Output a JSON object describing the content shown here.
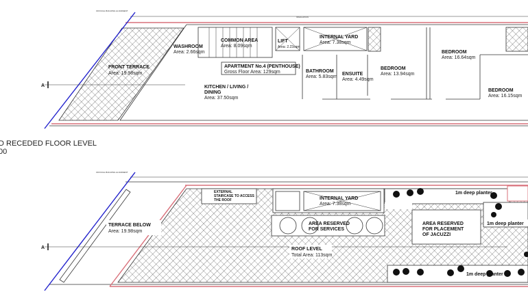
{
  "sheet": {
    "title_line1": "D RECEDED FLOOR LEVEL",
    "title_line2": "00",
    "section_marker": "A",
    "alignment_note": "OFFICIAL BUILDING ALIGNMENT",
    "insulation_note": "INSULATION"
  },
  "receded_floor": {
    "apartment": {
      "name": "APARTMENT No.4 (PENTHOUSE)",
      "area": "Gross Floor Area: 129sqm"
    },
    "rooms": [
      {
        "name": "FRONT TERRACE",
        "area": "Area: 19.98sqm"
      },
      {
        "name": "WASHROOM",
        "area": "Area: 2.66sqm"
      },
      {
        "name": "COMMON AREA",
        "area": "Area: 8.09sqm"
      },
      {
        "name": "LIFT",
        "area": "Area: 2.23sqm"
      },
      {
        "name": "INTERNAL YARD",
        "area": "Area: 7.38sqm"
      },
      {
        "name": "KITCHEN / LIVING /",
        "name2": "DINING",
        "area": "Area: 37.50sqm"
      },
      {
        "name": "BATHROOM",
        "area": "Area: 5.83sqm"
      },
      {
        "name": "ENSUITE",
        "area": "Area: 4.49sqm"
      },
      {
        "name": "BEDROOM",
        "area": "Area: 13.94sqm"
      },
      {
        "name": "BEDROOM",
        "area": "Area: 16.64sqm"
      },
      {
        "name": "BEDROOM",
        "area": "Area: 16.15sqm"
      }
    ]
  },
  "roof_level": {
    "name": "ROOF LEVEL",
    "area": "Total Area: 113sqm",
    "terrace": {
      "name": "TERRACE BELOW",
      "area": "Area: 19.98sqm"
    },
    "stair": {
      "line1": "EXTERNAL",
      "line2": "STAIRCASE TO ACCESS",
      "line3": "THE ROOF"
    },
    "yard": {
      "name": "INTERNAL YARD",
      "area": "Area: 7.38sqm"
    },
    "services": {
      "line1": "AREA RESERVED",
      "line2": "FOR SERVICES"
    },
    "jacuzzi": {
      "line1": "AREA RESERVED",
      "line2": "FOR PLACEMENT",
      "line3": "OF JACUZZI"
    },
    "planters": [
      "1m deep planter",
      "1m deep planter",
      "1m deep planter"
    ]
  },
  "colors": {
    "alignment": "#2222cc",
    "boundary": "#d9707a",
    "line": "#333333"
  }
}
